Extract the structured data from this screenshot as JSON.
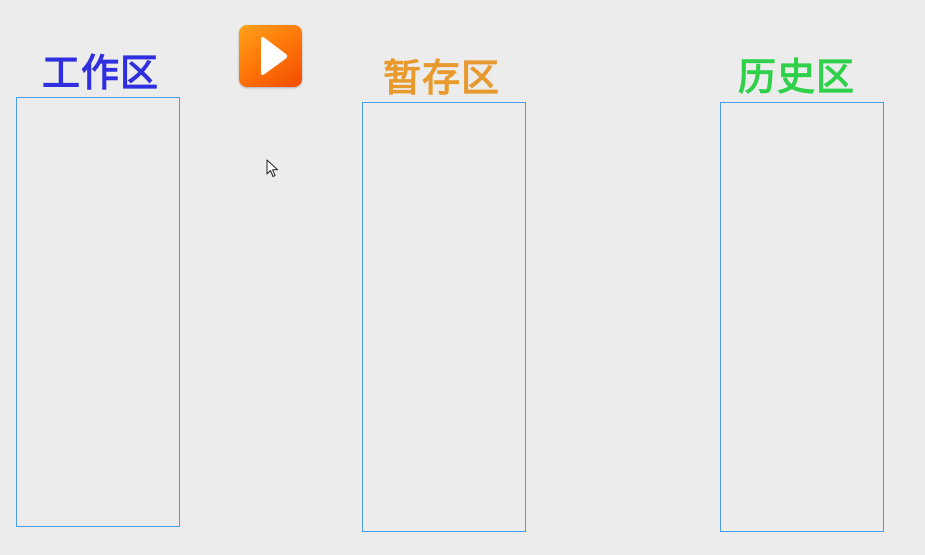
{
  "zones": {
    "work": {
      "title": "工作区",
      "color": "#2f2fe0"
    },
    "stash": {
      "title": "暂存区",
      "color": "#e89a2e"
    },
    "history": {
      "title": "历史区",
      "color": "#2fd14a"
    }
  },
  "box_border_color": "#4a9be8",
  "play_button": {
    "icon": "play-icon",
    "color": "#ff7a0a"
  },
  "cursor": {
    "icon": "mouse-pointer-icon"
  }
}
